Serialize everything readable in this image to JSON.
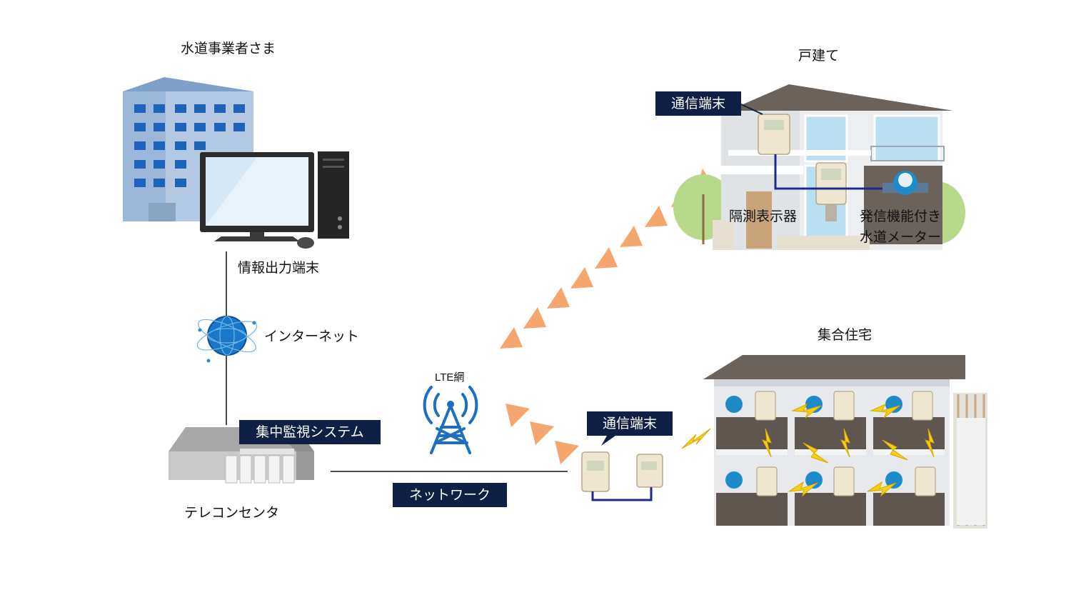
{
  "water_utility": {
    "label": "水道事業者さま"
  },
  "info_terminal": {
    "label": "情報出力端末"
  },
  "internet": {
    "label": "インターネット"
  },
  "monitoring_system": {
    "label": "集中監視システム"
  },
  "telecon_center": {
    "label": "テレコンセンタ"
  },
  "lte": {
    "label": "LTE網"
  },
  "network": {
    "label": "ネットワーク"
  },
  "detached_house": {
    "label": "戸建て",
    "comm_terminal": "通信端末",
    "remote_display": "隔測表示器",
    "meter_line1": "発信機能付き",
    "meter_line2": "水道メーター"
  },
  "apartment": {
    "label": "集合住宅",
    "comm_terminal": "通信端末"
  },
  "colors": {
    "tag_bg": "#0f1f45",
    "signal_orange": "#f5a56e",
    "lightning_yellow": "#f5cf10",
    "wire_blue": "#1e2a8a"
  }
}
